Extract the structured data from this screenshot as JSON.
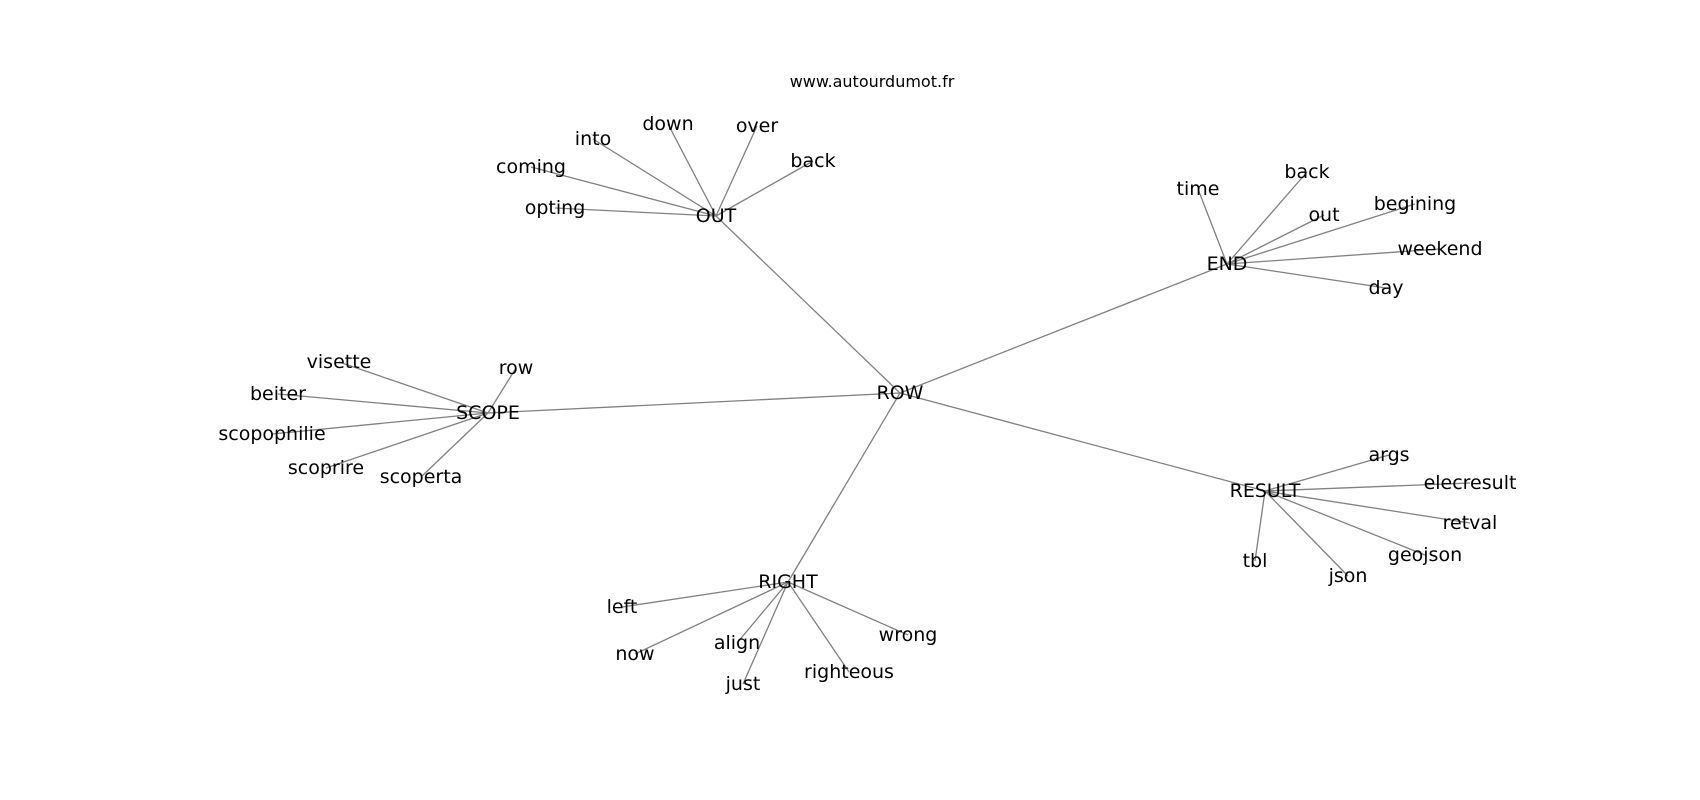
{
  "header": {
    "site": "www.autourdumot.fr"
  },
  "graph": {
    "edge_color": "#808080",
    "text_color": "#000000",
    "center": "ROW",
    "nodes": [
      {
        "id": "ROW",
        "label": "ROW"
      },
      {
        "id": "OUT",
        "label": "OUT"
      },
      {
        "id": "END",
        "label": "END"
      },
      {
        "id": "SCOPE",
        "label": "SCOPE"
      },
      {
        "id": "RESULT",
        "label": "RESULT"
      },
      {
        "id": "RIGHT",
        "label": "RIGHT"
      },
      {
        "id": "out_opting",
        "label": "opting"
      },
      {
        "id": "out_coming",
        "label": "coming"
      },
      {
        "id": "out_into",
        "label": "into"
      },
      {
        "id": "out_down",
        "label": "down"
      },
      {
        "id": "out_over",
        "label": "over"
      },
      {
        "id": "out_back",
        "label": "back"
      },
      {
        "id": "end_time",
        "label": "time"
      },
      {
        "id": "end_back",
        "label": "back"
      },
      {
        "id": "end_out",
        "label": "out"
      },
      {
        "id": "end_begining",
        "label": "begining"
      },
      {
        "id": "end_weekend",
        "label": "weekend"
      },
      {
        "id": "end_day",
        "label": "day"
      },
      {
        "id": "scope_visette",
        "label": "visette"
      },
      {
        "id": "scope_row",
        "label": "row"
      },
      {
        "id": "scope_beiter",
        "label": "beiter"
      },
      {
        "id": "scope_scopophilie",
        "label": "scopophilie"
      },
      {
        "id": "scope_scoprire",
        "label": "scoprire"
      },
      {
        "id": "scope_scoperta",
        "label": "scoperta"
      },
      {
        "id": "result_args",
        "label": "args"
      },
      {
        "id": "result_elecresult",
        "label": "elecresult"
      },
      {
        "id": "result_retval",
        "label": "retval"
      },
      {
        "id": "result_geojson",
        "label": "geojson"
      },
      {
        "id": "result_json",
        "label": "json"
      },
      {
        "id": "result_tbl",
        "label": "tbl"
      },
      {
        "id": "right_left",
        "label": "left"
      },
      {
        "id": "right_now",
        "label": "now"
      },
      {
        "id": "right_align",
        "label": "align"
      },
      {
        "id": "right_just",
        "label": "just"
      },
      {
        "id": "right_righteous",
        "label": "righteous"
      },
      {
        "id": "right_wrong",
        "label": "wrong"
      }
    ],
    "edges": [
      [
        "ROW",
        "OUT"
      ],
      [
        "ROW",
        "END"
      ],
      [
        "ROW",
        "SCOPE"
      ],
      [
        "ROW",
        "RESULT"
      ],
      [
        "ROW",
        "RIGHT"
      ],
      [
        "OUT",
        "out_opting"
      ],
      [
        "OUT",
        "out_coming"
      ],
      [
        "OUT",
        "out_into"
      ],
      [
        "OUT",
        "out_down"
      ],
      [
        "OUT",
        "out_over"
      ],
      [
        "OUT",
        "out_back"
      ],
      [
        "END",
        "end_time"
      ],
      [
        "END",
        "end_back"
      ],
      [
        "END",
        "end_out"
      ],
      [
        "END",
        "end_begining"
      ],
      [
        "END",
        "end_weekend"
      ],
      [
        "END",
        "end_day"
      ],
      [
        "SCOPE",
        "scope_visette"
      ],
      [
        "SCOPE",
        "scope_row"
      ],
      [
        "SCOPE",
        "scope_beiter"
      ],
      [
        "SCOPE",
        "scope_scopophilie"
      ],
      [
        "SCOPE",
        "scope_scoprire"
      ],
      [
        "SCOPE",
        "scope_scoperta"
      ],
      [
        "RESULT",
        "result_args"
      ],
      [
        "RESULT",
        "result_elecresult"
      ],
      [
        "RESULT",
        "result_retval"
      ],
      [
        "RESULT",
        "result_geojson"
      ],
      [
        "RESULT",
        "result_json"
      ],
      [
        "RESULT",
        "result_tbl"
      ],
      [
        "RIGHT",
        "right_left"
      ],
      [
        "RIGHT",
        "right_now"
      ],
      [
        "RIGHT",
        "right_align"
      ],
      [
        "RIGHT",
        "right_just"
      ],
      [
        "RIGHT",
        "right_righteous"
      ],
      [
        "RIGHT",
        "right_wrong"
      ]
    ]
  }
}
